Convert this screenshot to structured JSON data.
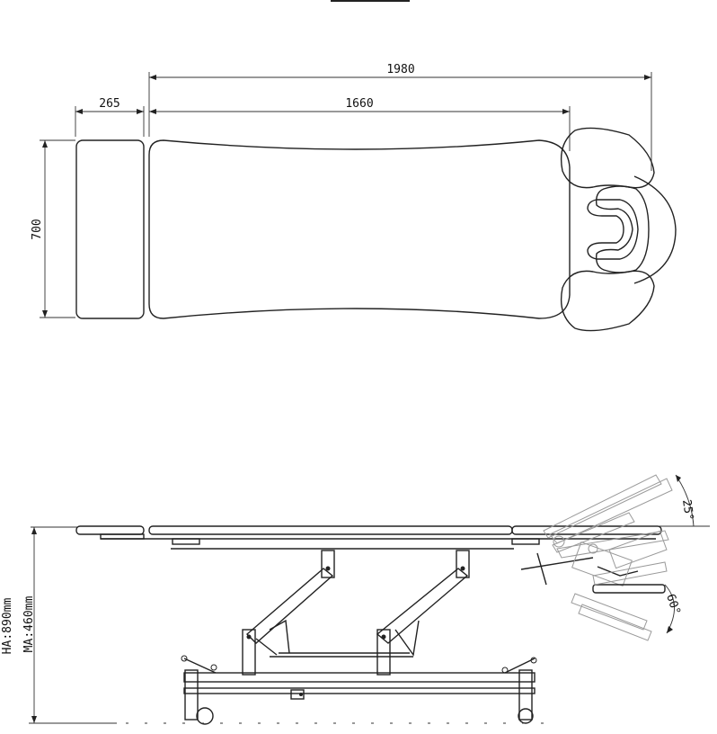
{
  "top_view": {
    "overall_length": "1980",
    "head_section_length": "265",
    "body_section_length": "1660",
    "width": "700"
  },
  "side_view": {
    "max_height": "HA:890mm",
    "min_height": "MA:460mm",
    "backrest_angle": "25°",
    "headrest_angle": "60°"
  }
}
